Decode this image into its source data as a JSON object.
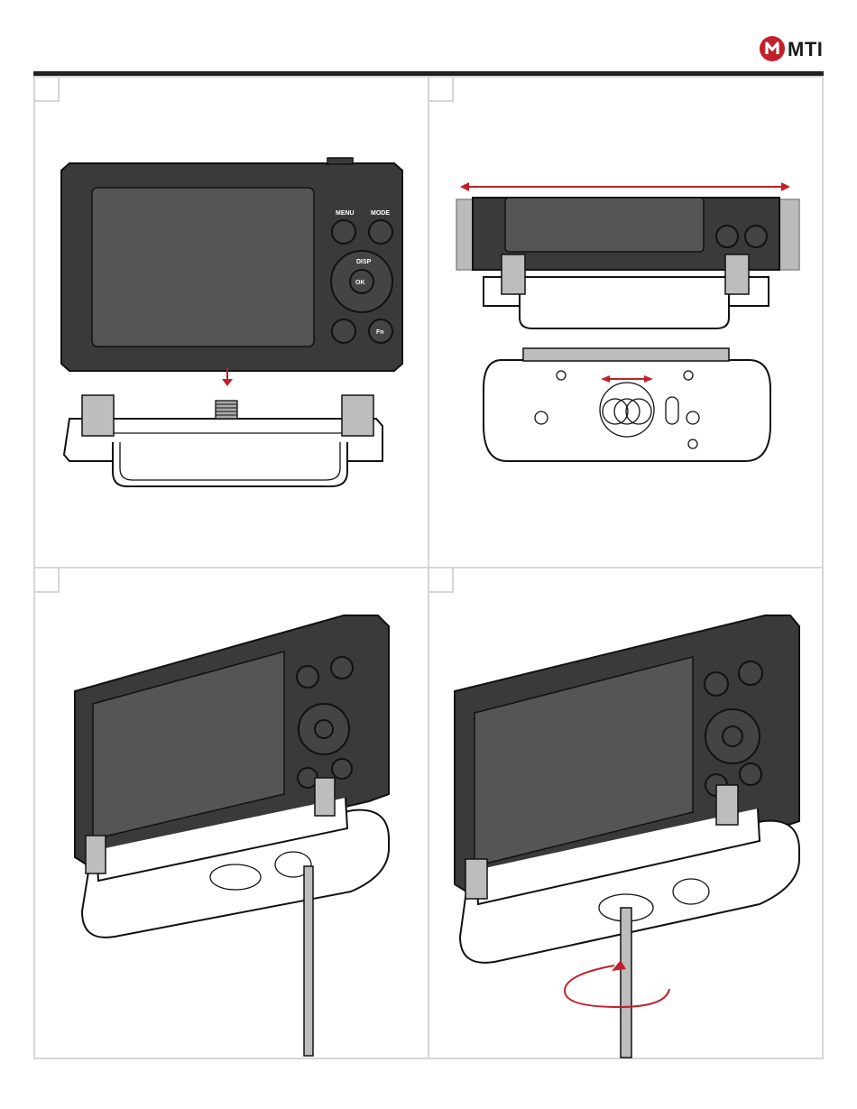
{
  "header": {
    "logo_text": "MTI",
    "logo_color": "#c0202b",
    "rule_color": "#231f20"
  },
  "panels": [
    {
      "step": "",
      "icon": "camera-mount-down-arrow"
    },
    {
      "step": "",
      "icon": "slide-adjust-arrows"
    },
    {
      "step": "",
      "icon": "screwdriver-insert"
    },
    {
      "step": "",
      "icon": "screwdriver-rotate"
    }
  ],
  "camera": {
    "menu_label": "MENU",
    "mode_label": "MODE",
    "disp_label": "DISP",
    "ok_label": "OK",
    "fn_label": "Fn"
  },
  "accent_color": "#c0202b",
  "panel_border_color": "#d6d6d6"
}
